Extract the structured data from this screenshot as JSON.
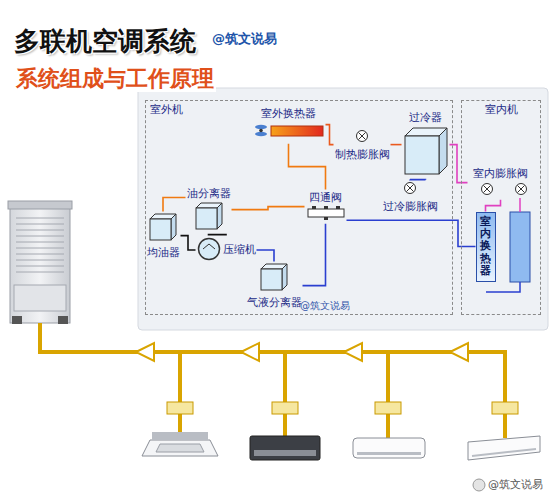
{
  "diagram": {
    "title": "多联机空调系统",
    "nodes": [
      {
        "text": [
          "室外机"
        ]
      },
      {
        "text": [
          "室内机"
        ]
      },
      {
        "text": [
          "室外换热器"
        ],
        "in": 0
      },
      {
        "text": [
          "制热膨胀阀"
        ],
        "in": 0
      },
      {
        "text": [
          "过冷器"
        ],
        "in": 0
      },
      {
        "text": [
          "过冷膨胀阀"
        ],
        "in": 0
      },
      {
        "text": [
          "油分离器"
        ],
        "in": 0
      },
      {
        "text": [
          "四通阀"
        ],
        "in": 0
      },
      {
        "text": [
          "均油器"
        ],
        "in": 0
      },
      {
        "text": [
          "压缩机"
        ],
        "in": 0
      },
      {
        "text": [
          "气液分离器"
        ],
        "in": 0
      },
      {
        "text": [
          "室内膨胀阀"
        ],
        "in": 1
      },
      {
        "text": [
          "室内换热器"
        ],
        "in": 1
      }
    ],
    "edges": [
      {
        "from": 9,
        "to": 6,
        "arrow": "none"
      },
      {
        "from": 6,
        "to": 7,
        "arrow": "none"
      },
      {
        "from": 7,
        "to": 2,
        "arrow": "none"
      },
      {
        "from": 2,
        "to": 3,
        "arrow": "none"
      },
      {
        "from": 3,
        "to": 4,
        "arrow": "none"
      },
      {
        "from": 4,
        "to": 11,
        "arrow": "none"
      },
      {
        "from": 11,
        "to": 12,
        "arrow": "none"
      },
      {
        "from": 12,
        "to": 7,
        "arrow": "none"
      },
      {
        "from": 7,
        "to": 10,
        "arrow": "none"
      },
      {
        "from": 10,
        "to": 9,
        "arrow": "none"
      },
      {
        "from": 5,
        "to": 4,
        "arrow": "none"
      },
      {
        "from": 8,
        "to": 9,
        "arrow": "none"
      },
      {
        "from": 6,
        "to": 8,
        "arrow": "none"
      }
    ],
    "labels": [
      "@筑文说易",
      "系统组成与工作原理",
      "@筑文说易",
      "@筑文说易"
    ]
  }
}
